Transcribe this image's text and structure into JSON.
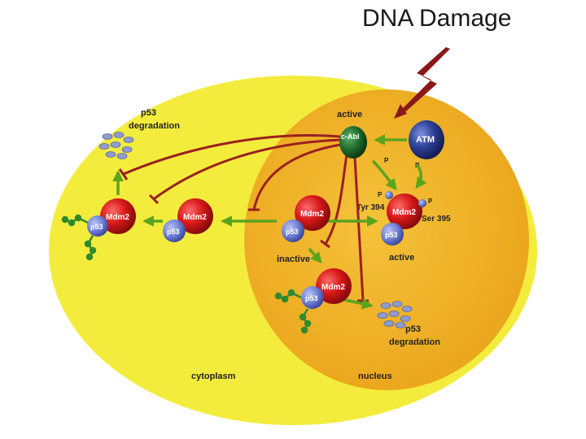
{
  "title": "DNA Damage",
  "labels": {
    "p53_degradation_top": [
      "p53",
      "degradation"
    ],
    "p53_degradation_bottom": [
      "p53",
      "degradation"
    ],
    "active_top": "active",
    "active_right": "active",
    "inactive": "inactive",
    "tyr": "Tyr 394",
    "ser": "Ser 395",
    "p": "P",
    "cytoplasm": "cytoplasm",
    "nucleus": "nucleus"
  },
  "molecules": {
    "mdm2": "Mdm2",
    "p53": "p53",
    "cabl": "c-Abl",
    "atm": "ATM"
  },
  "colors": {
    "cell": "#f4ec3c",
    "nucleus": "#f2b422",
    "mdm2": "#d61818",
    "p53": "#6f7fd8",
    "cabl": "#1e6a2a",
    "atm": "#2c3f96",
    "activation_arrow": "#5aa41c",
    "inhibition": "#9a2020",
    "ubiquitin": "#2f8a2f",
    "fragments": "#8f9ccc"
  }
}
